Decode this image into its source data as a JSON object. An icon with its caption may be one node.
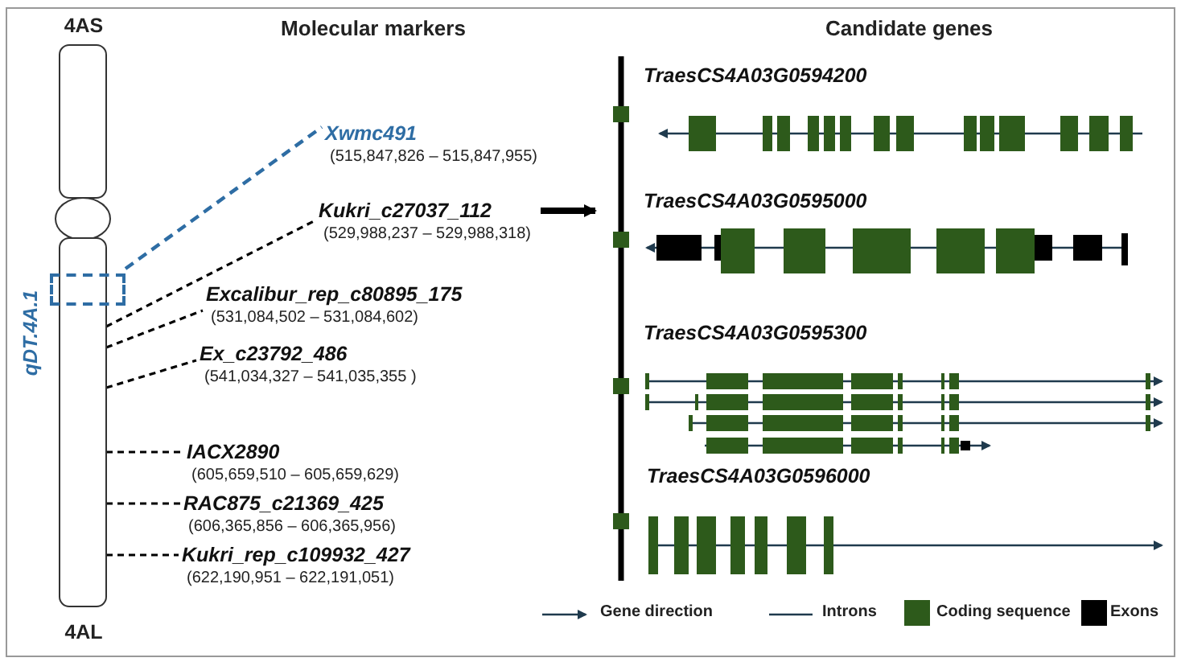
{
  "diagram": {
    "nodes": [
      {
        "text": [
          "4AS",
          "4AL"
        ]
      },
      {
        "text": [],
        "shape": "box",
        "beside": [
          "qDT.4A.1"
        ]
      },
      {
        "text": [
          "Xwmc491",
          "(515,847,826 – 515,847,955)"
        ]
      },
      {
        "text": [
          "Kukri_c27037_112",
          "(529,988,237 – 529,988,318)"
        ]
      },
      {
        "text": [
          "Excalibur_rep_c80895_175",
          "(531,084,502 – 531,084,602)"
        ]
      },
      {
        "text": [
          "Ex_c23792_486",
          "(541,034,327 – 541,035,355 )"
        ]
      },
      {
        "text": [
          "IACX2890",
          "(605,659,510 – 605,659,629)"
        ]
      },
      {
        "text": [
          "RAC875_c21369_425",
          "(606,365,856 – 606,365,956)"
        ]
      },
      {
        "text": [
          "Kukri_rep_c109932_427",
          "(622,190,951 – 622,191,051)"
        ]
      },
      {
        "text": [
          "TraesCS4A03G0594200"
        ]
      },
      {
        "text": [
          "TraesCS4A03G0595000"
        ]
      },
      {
        "text": [
          "TraesCS4A03G0595300"
        ]
      },
      {
        "text": [
          "TraesCS4A03G0596000"
        ]
      }
    ],
    "edges": [
      {
        "from": 1,
        "to": 2,
        "arrow": "none",
        "style": "dashed",
        "color": "#2e6da4"
      },
      {
        "from": 0,
        "to": 3,
        "arrow": "none",
        "style": "dashed"
      },
      {
        "from": 0,
        "to": 4,
        "arrow": "none",
        "style": "dashed"
      },
      {
        "from": 0,
        "to": 5,
        "arrow": "none",
        "style": "dashed"
      },
      {
        "from": 0,
        "to": 6,
        "arrow": "none",
        "style": "dashed"
      },
      {
        "from": 0,
        "to": 7,
        "arrow": "none",
        "style": "dashed"
      },
      {
        "from": 0,
        "to": 8,
        "arrow": "none",
        "style": "dashed"
      },
      {
        "from": 3,
        "to": 10,
        "arrow": "to",
        "style": "thick"
      }
    ],
    "labels": [
      "Molecular markers",
      "Candidate genes"
    ],
    "legend": [
      {
        "text": "Gene direction"
      },
      {
        "text": "Introns"
      },
      {
        "text": "Coding sequence",
        "color": "#2d5a1b"
      },
      {
        "text": "Exons",
        "color": "#000000"
      }
    ]
  }
}
